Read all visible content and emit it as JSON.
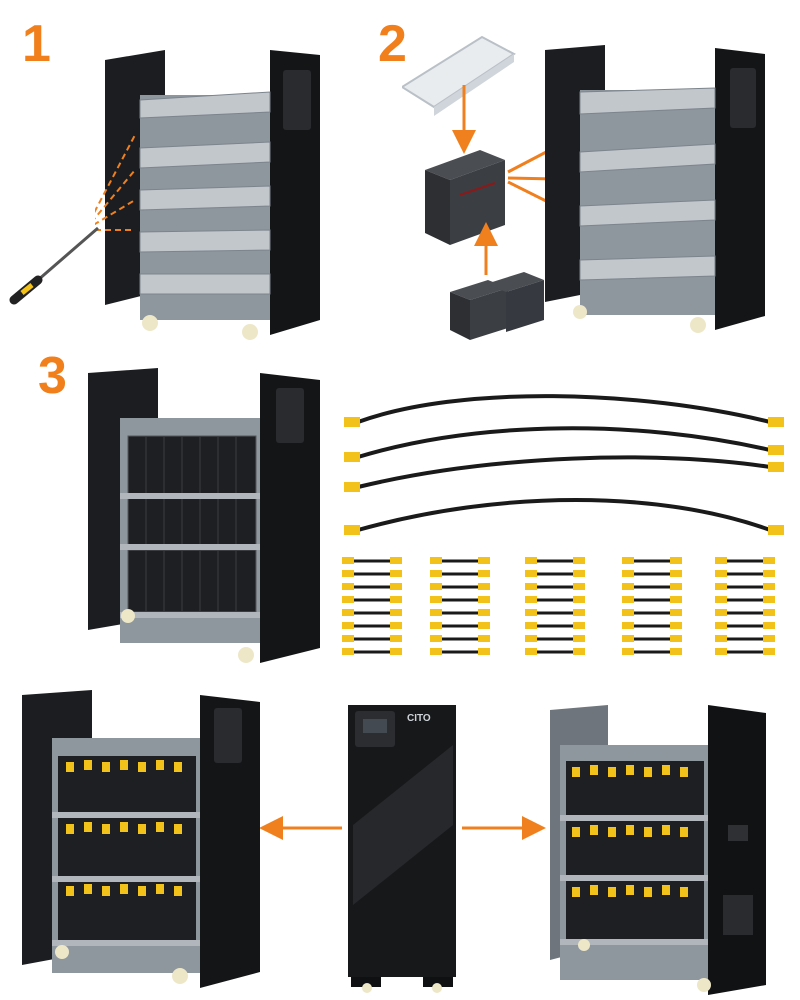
{
  "steps": {
    "one": "1",
    "two": "2",
    "three": "3"
  },
  "ups": {
    "brand": "CITO"
  },
  "colors": {
    "step_number": "#f07f1c",
    "arrow": "#f0801e",
    "cabinet": "#17181a",
    "shelf": "#aab0b6",
    "wire_terminal": "#f3c21a"
  }
}
